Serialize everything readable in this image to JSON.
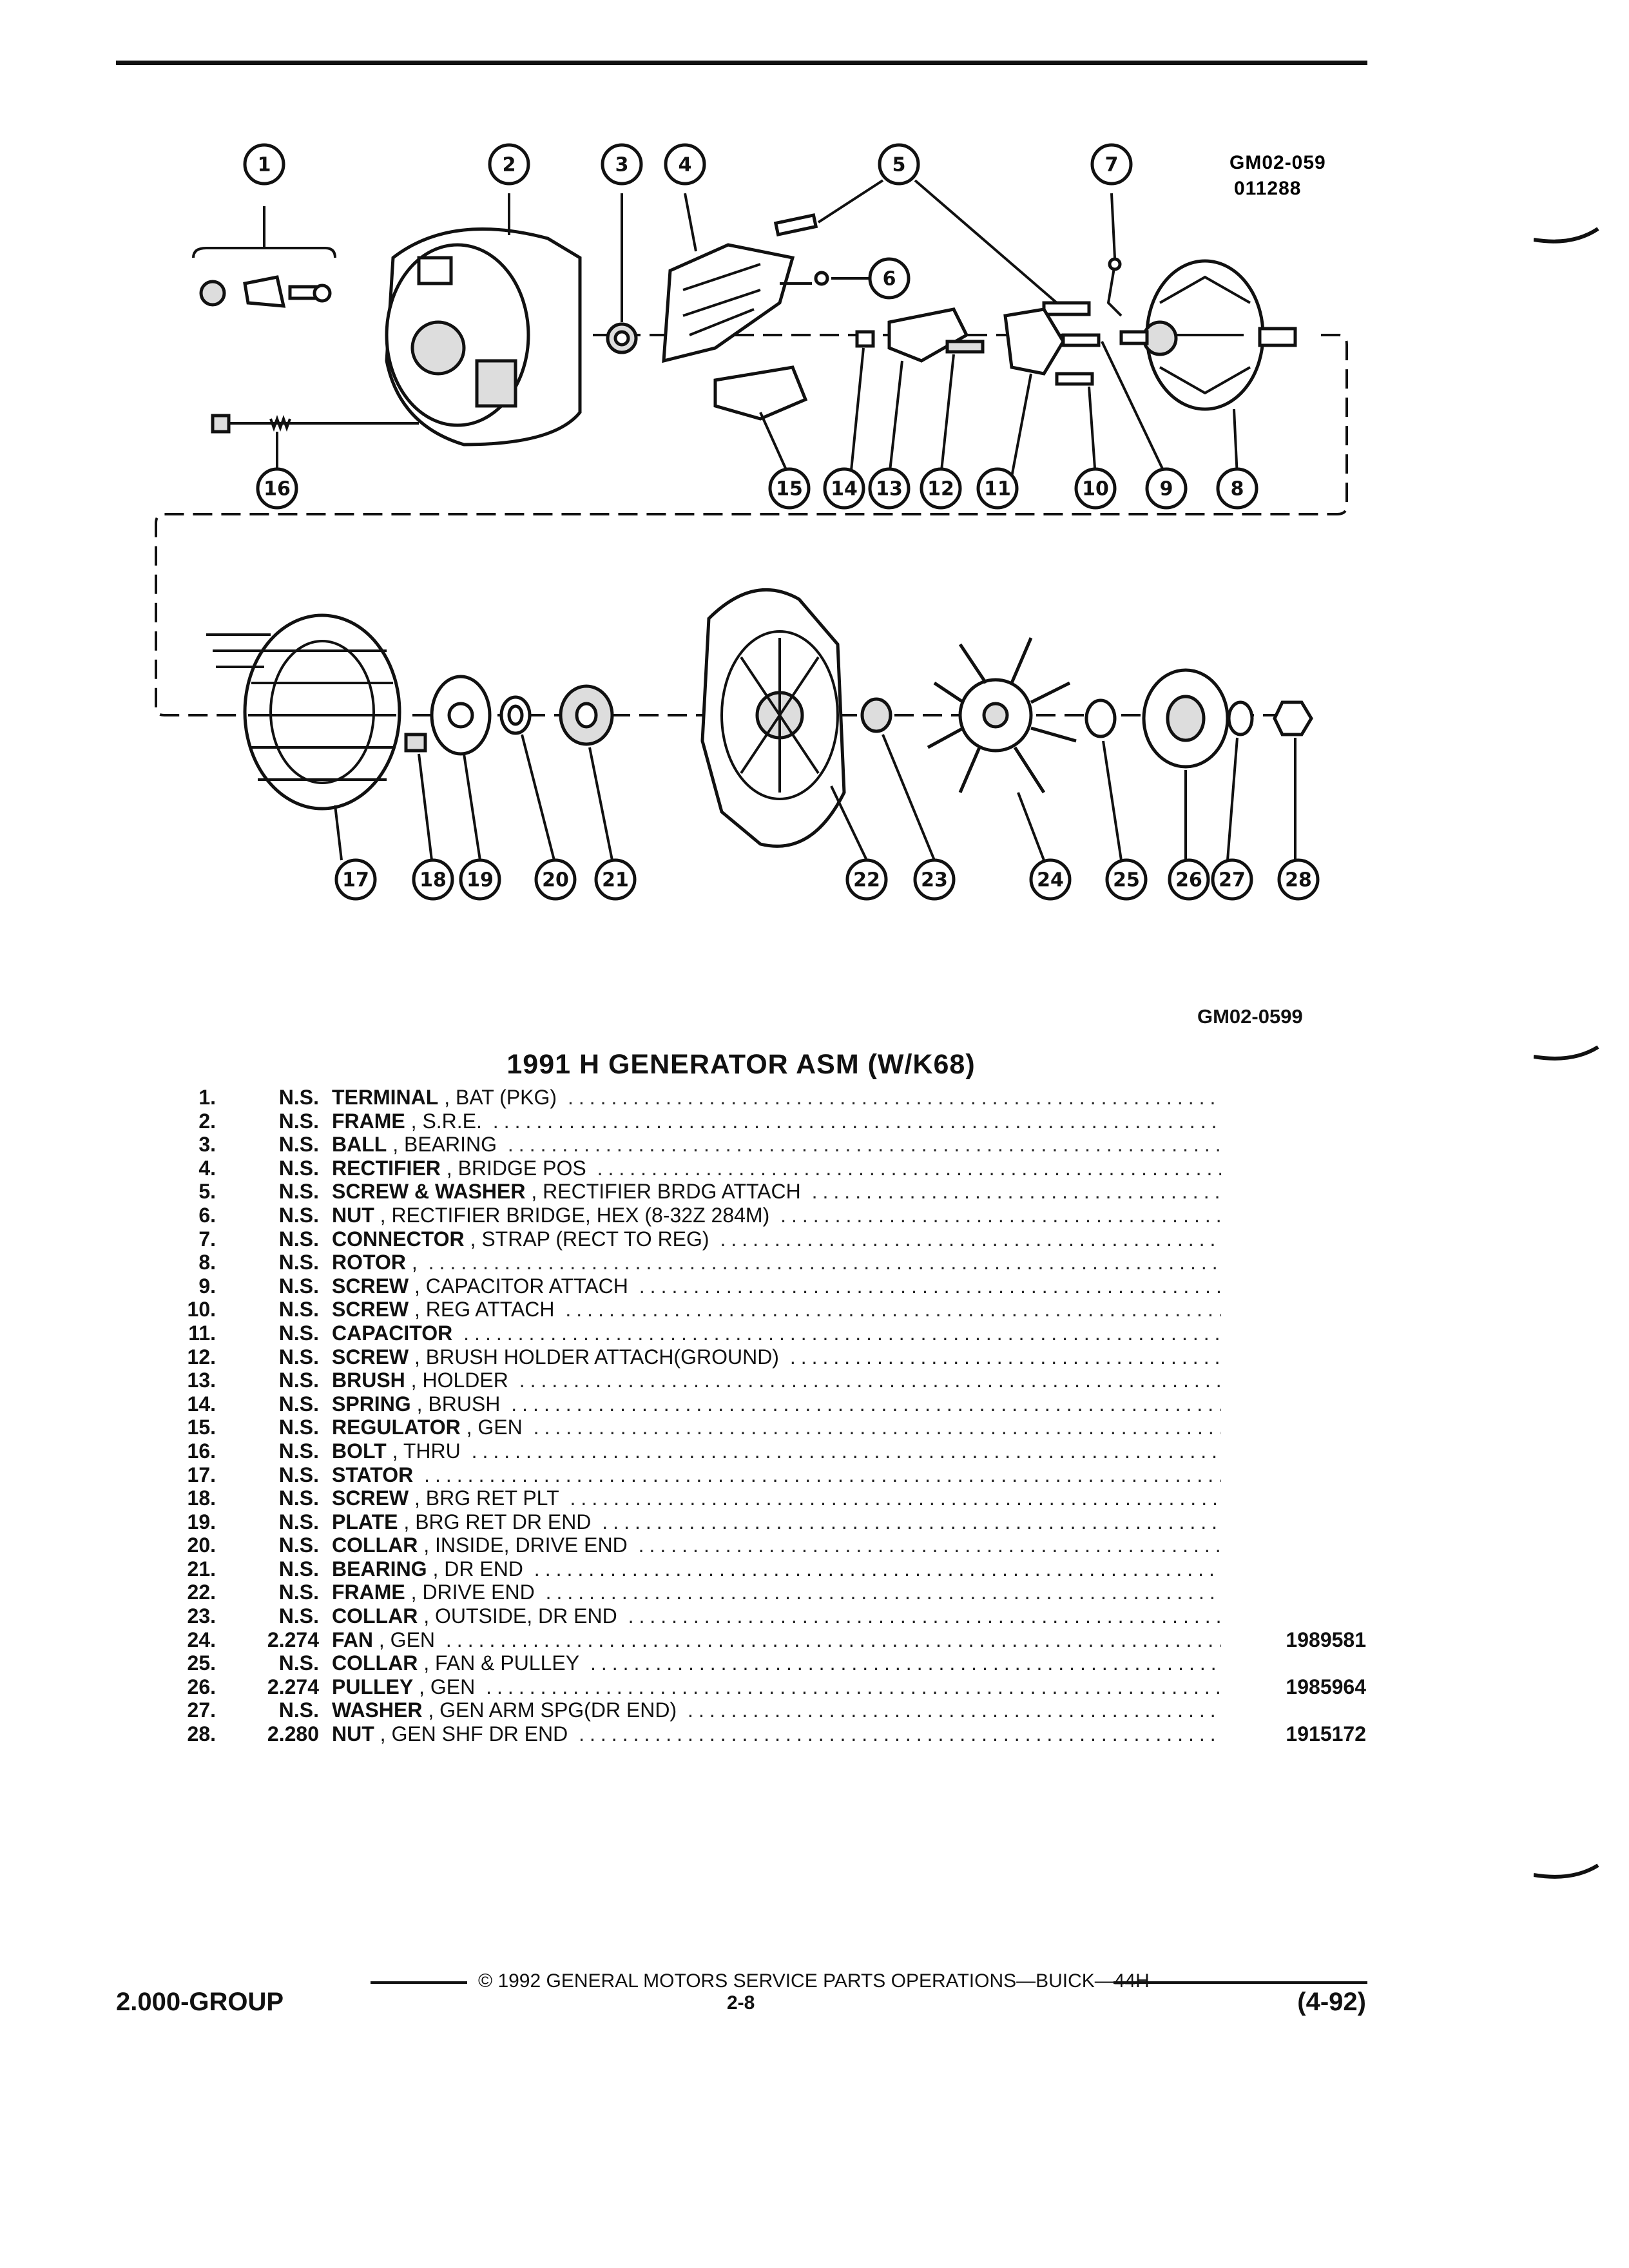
{
  "diagram": {
    "illustration_id": "GM02-059",
    "illustration_date": "011288",
    "figure_code": "GM02-0599",
    "callouts": [
      "1",
      "2",
      "3",
      "4",
      "5",
      "6",
      "7",
      "8",
      "9",
      "10",
      "11",
      "12",
      "13",
      "14",
      "15",
      "16",
      "17",
      "18",
      "19",
      "20",
      "21",
      "22",
      "23",
      "24",
      "25",
      "26",
      "27",
      "28"
    ]
  },
  "parts_list": {
    "title": "1991 H GENERATOR ASM (W/K68)",
    "rows": [
      {
        "no": "1.",
        "group": "N.S.",
        "name": "TERMINAL",
        "qualifier": ", BAT (PKG)",
        "part_no": ""
      },
      {
        "no": "2.",
        "group": "N.S.",
        "name": "FRAME",
        "qualifier": ", S.R.E.",
        "part_no": ""
      },
      {
        "no": "3.",
        "group": "N.S.",
        "name": "BALL",
        "qualifier": ", BEARING",
        "part_no": ""
      },
      {
        "no": "4.",
        "group": "N.S.",
        "name": "RECTIFIER",
        "qualifier": ", BRIDGE POS",
        "part_no": ""
      },
      {
        "no": "5.",
        "group": "N.S.",
        "name": "SCREW & WASHER",
        "qualifier": ", RECTIFIER BRDG ATTACH",
        "part_no": ""
      },
      {
        "no": "6.",
        "group": "N.S.",
        "name": "NUT",
        "qualifier": ", RECTIFIER BRIDGE, HEX (8-32Z 284M)",
        "part_no": ""
      },
      {
        "no": "7.",
        "group": "N.S.",
        "name": "CONNECTOR",
        "qualifier": ", STRAP (RECT TO REG)",
        "part_no": ""
      },
      {
        "no": "8.",
        "group": "N.S.",
        "name": "ROTOR",
        "qualifier": ",",
        "part_no": ""
      },
      {
        "no": "9.",
        "group": "N.S.",
        "name": "SCREW",
        "qualifier": ", CAPACITOR ATTACH",
        "part_no": ""
      },
      {
        "no": "10.",
        "group": "N.S.",
        "name": "SCREW",
        "qualifier": ", REG ATTACH",
        "part_no": ""
      },
      {
        "no": "11.",
        "group": "N.S.",
        "name": "CAPACITOR",
        "qualifier": "",
        "part_no": ""
      },
      {
        "no": "12.",
        "group": "N.S.",
        "name": "SCREW",
        "qualifier": ", BRUSH HOLDER ATTACH(GROUND)",
        "part_no": ""
      },
      {
        "no": "13.",
        "group": "N.S.",
        "name": "BRUSH",
        "qualifier": ", HOLDER",
        "part_no": ""
      },
      {
        "no": "14.",
        "group": "N.S.",
        "name": "SPRING",
        "qualifier": ", BRUSH",
        "part_no": ""
      },
      {
        "no": "15.",
        "group": "N.S.",
        "name": "REGULATOR",
        "qualifier": ", GEN",
        "part_no": ""
      },
      {
        "no": "16.",
        "group": "N.S.",
        "name": "BOLT",
        "qualifier": ", THRU",
        "part_no": ""
      },
      {
        "no": "17.",
        "group": "N.S.",
        "name": "STATOR",
        "qualifier": "",
        "part_no": ""
      },
      {
        "no": "18.",
        "group": "N.S.",
        "name": "SCREW",
        "qualifier": ", BRG RET PLT",
        "part_no": ""
      },
      {
        "no": "19.",
        "group": "N.S.",
        "name": "PLATE",
        "qualifier": ", BRG RET DR END",
        "part_no": ""
      },
      {
        "no": "20.",
        "group": "N.S.",
        "name": "COLLAR",
        "qualifier": ", INSIDE, DRIVE END",
        "part_no": ""
      },
      {
        "no": "21.",
        "group": "N.S.",
        "name": "BEARING",
        "qualifier": ", DR END",
        "part_no": ""
      },
      {
        "no": "22.",
        "group": "N.S.",
        "name": "FRAME",
        "qualifier": ", DRIVE END",
        "part_no": ""
      },
      {
        "no": "23.",
        "group": "N.S.",
        "name": "COLLAR",
        "qualifier": ", OUTSIDE, DR END",
        "part_no": ""
      },
      {
        "no": "24.",
        "group": "2.274",
        "name": "FAN",
        "qualifier": ", GEN",
        "part_no": "1989581"
      },
      {
        "no": "25.",
        "group": "N.S.",
        "name": "COLLAR",
        "qualifier": ", FAN & PULLEY",
        "part_no": ""
      },
      {
        "no": "26.",
        "group": "2.274",
        "name": "PULLEY",
        "qualifier": ", GEN",
        "part_no": "1985964"
      },
      {
        "no": "27.",
        "group": "N.S.",
        "name": "WASHER",
        "qualifier": ", GEN ARM SPG(DR END)",
        "part_no": ""
      },
      {
        "no": "28.",
        "group": "2.280",
        "name": "NUT",
        "qualifier": ", GEN SHF DR END",
        "part_no": "1915172"
      }
    ]
  },
  "footer": {
    "copyright": "© 1992 GENERAL MOTORS SERVICE PARTS OPERATIONS—BUICK—44H",
    "group": "2.000-GROUP",
    "page": "2-8",
    "date": "(4-92)"
  }
}
